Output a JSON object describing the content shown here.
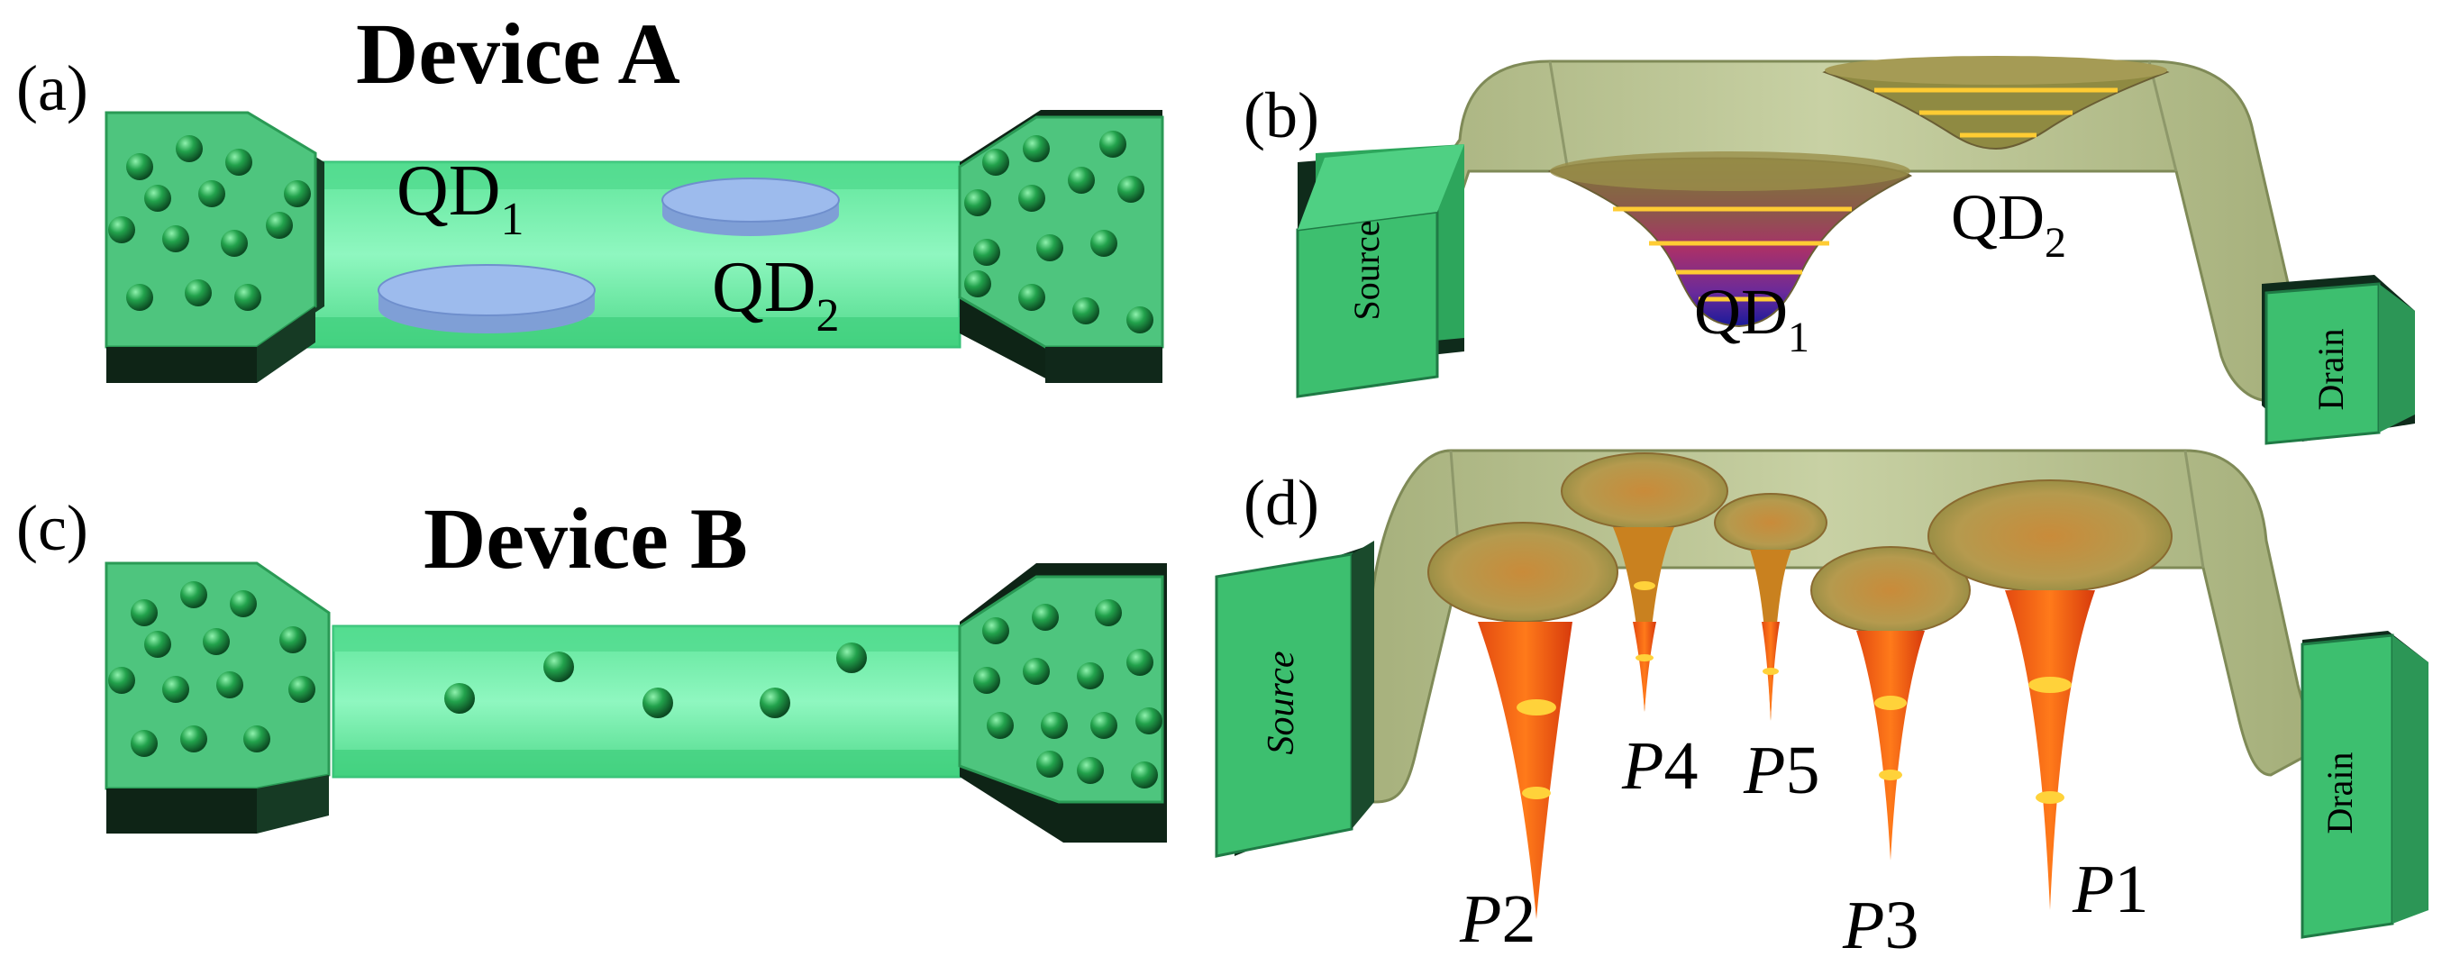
{
  "panels": {
    "a": {
      "label": "(a)",
      "title": "Device A",
      "dot1": {
        "main": "QD",
        "sub": "1"
      },
      "dot2": {
        "main": "QD",
        "sub": "2"
      }
    },
    "b": {
      "label": "(b)",
      "source": "Source",
      "drain": "Drain",
      "dot1": {
        "main": "QD",
        "sub": "1"
      },
      "dot2": {
        "main": "QD",
        "sub": "2"
      }
    },
    "c": {
      "label": "(c)",
      "title": "Device B"
    },
    "d": {
      "label": "(d)",
      "source": "Source",
      "drain": "Drain",
      "peaks": [
        {
          "letter": "P",
          "num": "2"
        },
        {
          "letter": "P",
          "num": "4"
        },
        {
          "letter": "P",
          "num": "5"
        },
        {
          "letter": "P",
          "num": "3"
        },
        {
          "letter": "P",
          "num": "1"
        }
      ]
    }
  },
  "colors": {
    "electrode": "#3dbf6f",
    "electrode_dark": "#0f2b1b",
    "channel": "#7ff2b4",
    "channel_edge": "#3ecf7c",
    "dot_blue": "#9dbbed",
    "sphere": "#1a8f3e",
    "membrane": "#b7c191",
    "well_red": "#e8400f",
    "well_yellow": "#ffd23a"
  }
}
